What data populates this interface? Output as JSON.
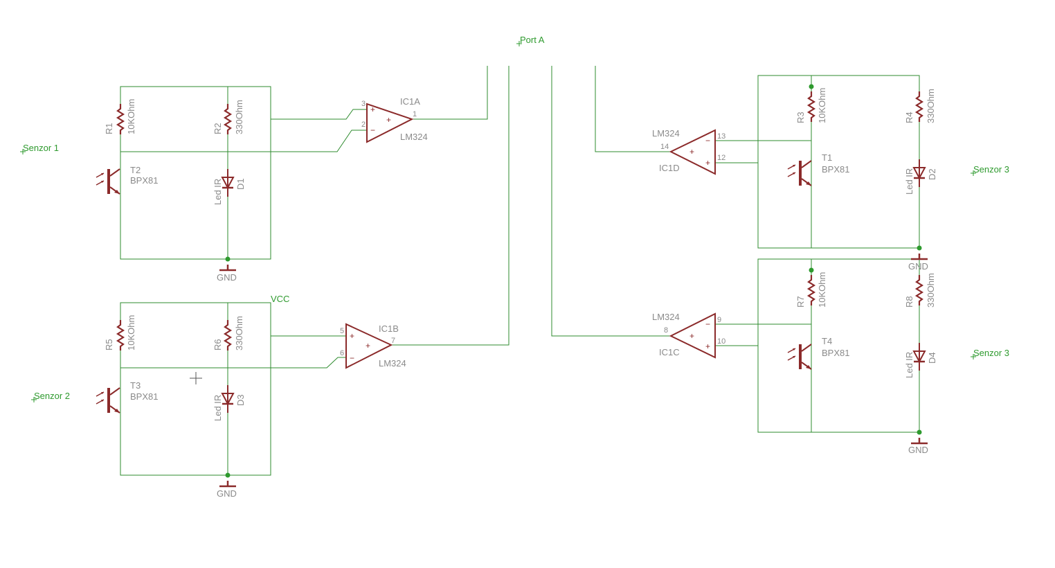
{
  "colors": {
    "background": "#ffffff",
    "wire": "#2e8b2e",
    "symbol": "#8b2a2a",
    "label": "#8a8a8a",
    "net_label": "#2e9a2e",
    "junction": "#2e9a2e"
  },
  "net_labels": {
    "port_a": "Port A",
    "senzor_1": "Senzor 1",
    "senzor_2": "Senzor 2",
    "senzor_3a": "Senzor 3",
    "senzor_3b": "Senzor 3",
    "vcc": "VCC",
    "gnd_1": "GND",
    "gnd_2": "GND",
    "gnd_3": "GND",
    "gnd_4": "GND"
  },
  "resistors": {
    "r1": {
      "name": "R1",
      "value": "10KOhm"
    },
    "r2": {
      "name": "R2",
      "value": "330Ohm"
    },
    "r3": {
      "name": "R3",
      "value": "10KOhm"
    },
    "r4": {
      "name": "R4",
      "value": "330Ohm"
    },
    "r5": {
      "name": "R5",
      "value": "10KOhm"
    },
    "r6": {
      "name": "R6",
      "value": "330Ohm"
    },
    "r7": {
      "name": "R7",
      "value": "10KOhm"
    },
    "r8": {
      "name": "R8",
      "value": "330Ohm"
    }
  },
  "diodes": {
    "d1": {
      "name": "D1",
      "value": "Led IR"
    },
    "d2": {
      "name": "D2",
      "value": "Led IR"
    },
    "d3": {
      "name": "D3",
      "value": "Led IR"
    },
    "d4": {
      "name": "D4",
      "value": "Led IR"
    }
  },
  "transistors": {
    "t1": {
      "name": "T1",
      "value": "BPX81"
    },
    "t2": {
      "name": "T2",
      "value": "BPX81"
    },
    "t3": {
      "name": "T3",
      "value": "BPX81"
    },
    "t4": {
      "name": "T4",
      "value": "BPX81"
    }
  },
  "opamps": {
    "ic1a": {
      "name": "IC1A",
      "value": "LM324",
      "pin_plus": "3",
      "pin_minus": "2",
      "pin_out": "1"
    },
    "ic1b": {
      "name": "IC1B",
      "value": "LM324",
      "pin_plus": "5",
      "pin_minus": "6",
      "pin_out": "7"
    },
    "ic1c": {
      "name": "IC1C",
      "value": "LM324",
      "pin_minus": "9",
      "pin_plus": "10",
      "pin_out": "8"
    },
    "ic1d": {
      "name": "IC1D",
      "value": "LM324",
      "pin_minus": "13",
      "pin_plus": "12",
      "pin_out": "14"
    }
  },
  "signs": {
    "plus": "+",
    "minus": "−"
  }
}
